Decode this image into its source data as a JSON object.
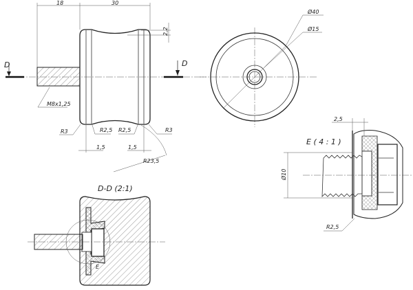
{
  "front_view": {
    "dim_thread_length": "18",
    "dim_body_length": "30",
    "dim_groove_depth": "2,2",
    "thread_label": "M8x1,25",
    "radius_left": "R3",
    "radius_inner_left": "R2,5",
    "radius_inner_right": "R2,5",
    "radius_right": "R3",
    "dim_chamfer_left": "1,5",
    "dim_chamfer_right": "1,5",
    "radius_profile": "R23,5",
    "section_mark_left": "D",
    "section_mark_right": "D"
  },
  "side_view": {
    "dim_outer": "Ø40",
    "dim_inner": "Ø15"
  },
  "section_view": {
    "title": "D-D (2:1)",
    "detail_mark": "E"
  },
  "detail_view": {
    "title": "E ( 4 : 1 )",
    "dim_width": "2,5",
    "dim_diameter": "Ø10",
    "radius": "R2,5"
  }
}
